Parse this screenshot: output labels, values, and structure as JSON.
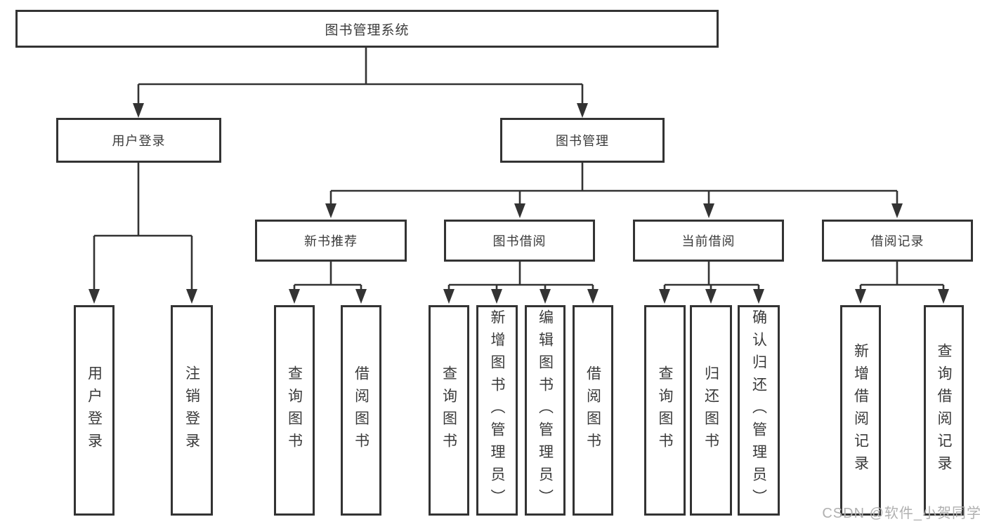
{
  "colors": {
    "line": "#333333",
    "box_border": "#333333",
    "text": "#3a3a3a",
    "watermark": "#b0b0b0",
    "background": "#ffffff"
  },
  "diagram": {
    "root": {
      "label": "图书管理系统"
    },
    "level2": [
      {
        "label": "用户登录"
      },
      {
        "label": "图书管理"
      }
    ],
    "level3": [
      {
        "label": "新书推荐"
      },
      {
        "label": "图书借阅"
      },
      {
        "label": "当前借阅"
      },
      {
        "label": "借阅记录"
      }
    ],
    "leaves": [
      {
        "label": "用户登录"
      },
      {
        "label": "注销登录"
      },
      {
        "label": "查询图书"
      },
      {
        "label": "借阅图书"
      },
      {
        "label": "查询图书"
      },
      {
        "label": "新增图书（管理员）"
      },
      {
        "label": "编辑图书（管理员）"
      },
      {
        "label": "借阅图书"
      },
      {
        "label": "查询图书"
      },
      {
        "label": "归还图书"
      },
      {
        "label": "确认归还（管理员）"
      },
      {
        "label": "新增借阅记录"
      },
      {
        "label": "查询借阅记录"
      }
    ]
  },
  "watermark": {
    "text": "CSDN @软件_小贺同学"
  }
}
